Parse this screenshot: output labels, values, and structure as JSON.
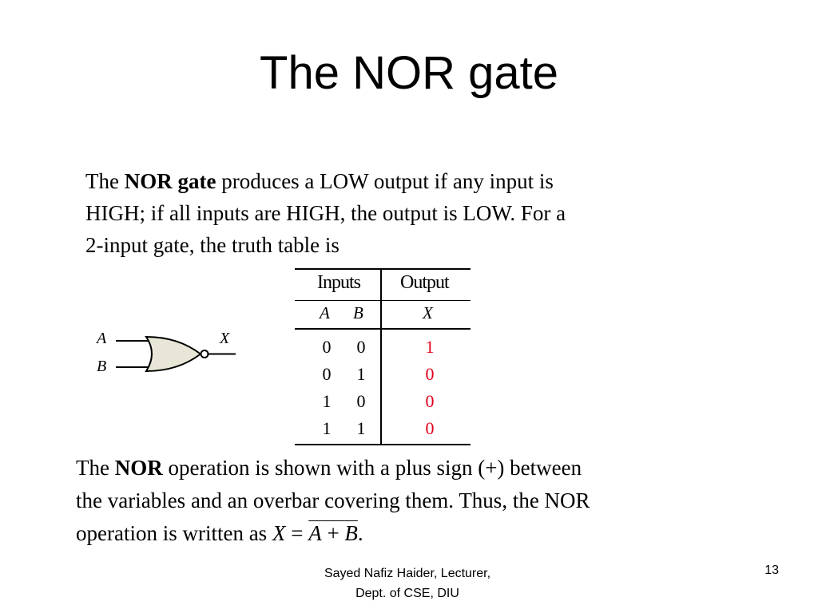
{
  "slide": {
    "title": "The NOR gate",
    "para1": {
      "p1": "The ",
      "bold": "NOR gate",
      "p2": " produces a LOW output if any input is",
      "line2": "HIGH; if all inputs are HIGH, the output is LOW.  For a",
      "line3": "2-input gate, the truth table is"
    },
    "para2": {
      "p1": "The ",
      "bold": "NOR",
      "p2": " operation is shown with a plus sign (+) between",
      "line2": "the variables and an overbar covering them. Thus, the NOR",
      "line3_prefix": "operation is written as ",
      "formula_lhs": "X",
      "formula_eq": " = ",
      "formula_rhs_a": "A",
      "formula_plus": " + ",
      "formula_rhs_b": "B",
      "formula_end": "."
    },
    "footer": {
      "line1": "Sayed Nafiz Haider, Lecturer,",
      "line2": "Dept. of CSE, DIU"
    },
    "page_number": "13"
  },
  "gate": {
    "input_a": "A",
    "input_b": "B",
    "output": "X",
    "fill_color": "#e8e6d6"
  },
  "truth_table": {
    "header_inputs": "Inputs",
    "header_output": "Output",
    "sub_a": "A",
    "sub_b": "B",
    "sub_x": "X",
    "output_color": "#e0001a",
    "rows": [
      {
        "a": "0",
        "b": "0",
        "x": "1"
      },
      {
        "a": "0",
        "b": "1",
        "x": "0"
      },
      {
        "a": "1",
        "b": "0",
        "x": "0"
      },
      {
        "a": "1",
        "b": "1",
        "x": "0"
      }
    ]
  }
}
